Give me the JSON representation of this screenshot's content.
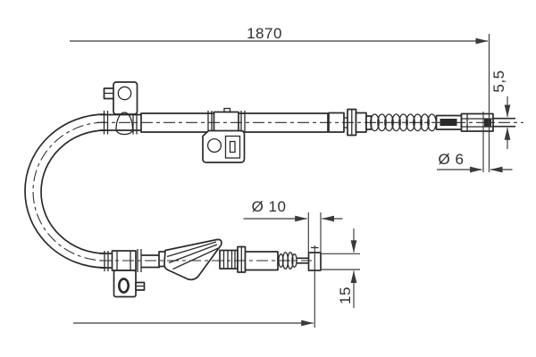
{
  "meta": {
    "title": "Technical line drawing of a parking brake cable with dimension callouts"
  },
  "labels": {
    "overall_length": "1870",
    "end_slot_height": "5,5",
    "diameter_front": "Ø 6",
    "diameter_rear": "Ø 10",
    "rear_fitting_height": "15"
  },
  "colors": {
    "line": "#2b2b2b",
    "dimension_line": "#3a3a3a",
    "text": "#2e2e2e",
    "background": "#ffffff"
  }
}
